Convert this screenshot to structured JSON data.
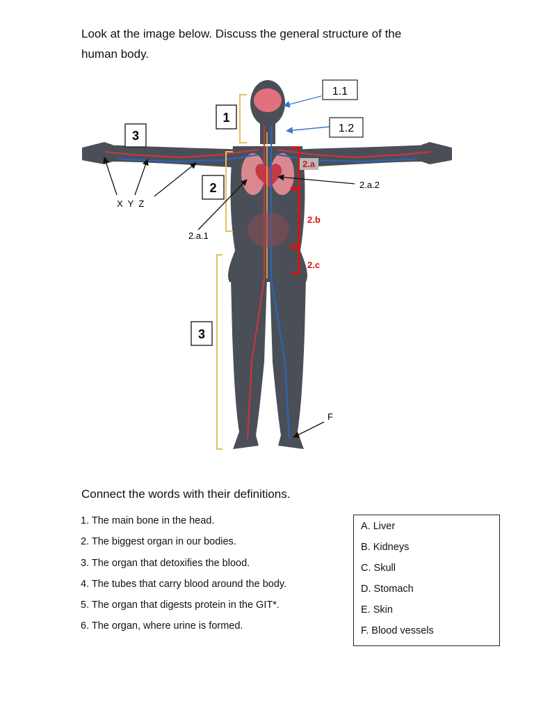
{
  "intro": {
    "line1": "Look at the image below. Discuss the general structure of the",
    "line2": "human body."
  },
  "figure": {
    "labels": {
      "l11": "1.1",
      "l12": "1.2",
      "l1": "1",
      "l2": "2",
      "l3_arm": "3",
      "l3_leg": "3",
      "l2a": "2.a",
      "l2b": "2.b",
      "l2c": "2.c",
      "l2a1": "2.a.1",
      "l2a2": "2.a.2",
      "xyz": "X  Y  Z",
      "f": "F"
    },
    "colors": {
      "bracket_yellow": "#e5c060",
      "bracket_red": "#e01010",
      "arrow_blue": "#3a78c9",
      "body": "#4a4f57"
    }
  },
  "connect_title": "Connect the words with their definitions.",
  "questions": [
    "1. The main bone in the head.",
    "2. The biggest organ in our bodies.",
    "3. The organ that detoxifies the blood.",
    "4. The tubes that carry blood around the body.",
    "5. The organ that digests protein in the GIT*.",
    "6. The organ, where urine is formed."
  ],
  "answers": [
    "A. Liver",
    "B. Kidneys",
    "C. Skull",
    "D. Stomach",
    "E. Skin",
    "F. Blood vessels"
  ]
}
